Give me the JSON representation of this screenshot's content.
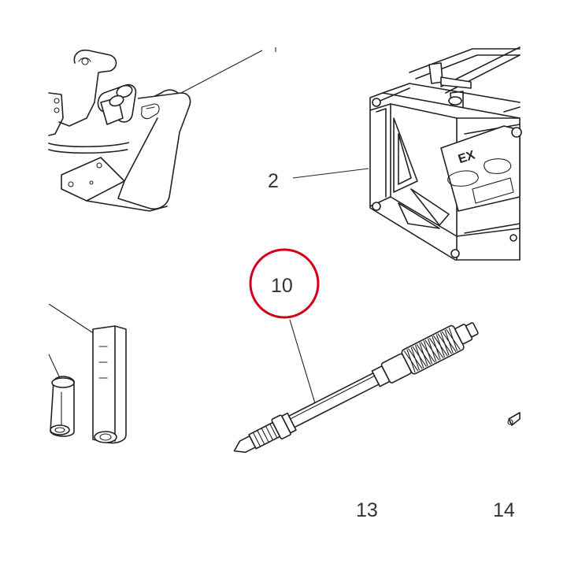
{
  "callouts": {
    "part_2": "2",
    "part_10": "10",
    "part_13": "13",
    "part_14": "14",
    "tag_ex": "EX"
  },
  "highlight": {
    "color": "#d0021b",
    "target": "10"
  },
  "icons": {
    "bracket": "bracket-drawing",
    "stand": "engine-stand-drawing",
    "tool": "threaded-shaft-tool-drawing",
    "sleeves": "sleeve-drawing"
  }
}
